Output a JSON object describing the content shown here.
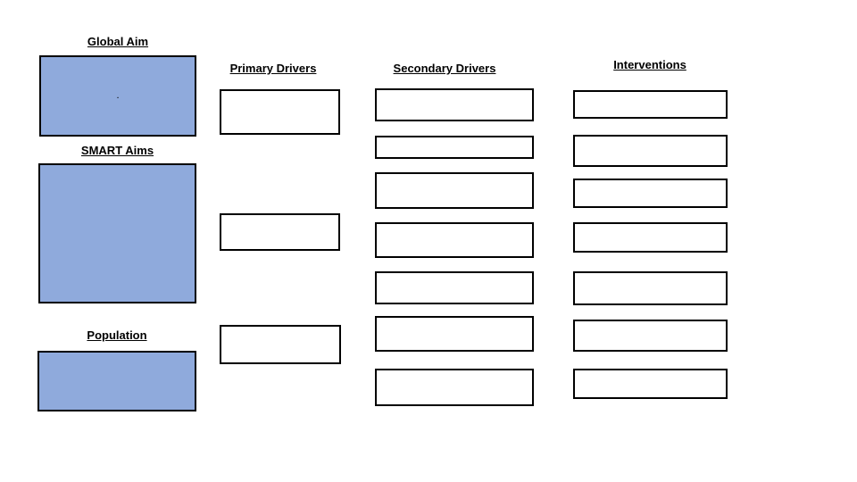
{
  "labels": {
    "global_aim": "Global Aim",
    "global_aim_placeholder": ".",
    "smart_aims": "SMART Aims",
    "population": "Population"
  },
  "columns": [
    {
      "id": "primary-drivers",
      "label": "Primary Drivers",
      "box_count": 3
    },
    {
      "id": "secondary-drivers",
      "label": "Secondary Drivers",
      "box_count": 7
    },
    {
      "id": "interventions",
      "label": "Interventions",
      "box_count": 7
    }
  ],
  "colors": {
    "aim_box_fill": "#8FAADC",
    "box_border": "#000000",
    "page_background": "#FFFFFF",
    "label_text": "#000000"
  }
}
